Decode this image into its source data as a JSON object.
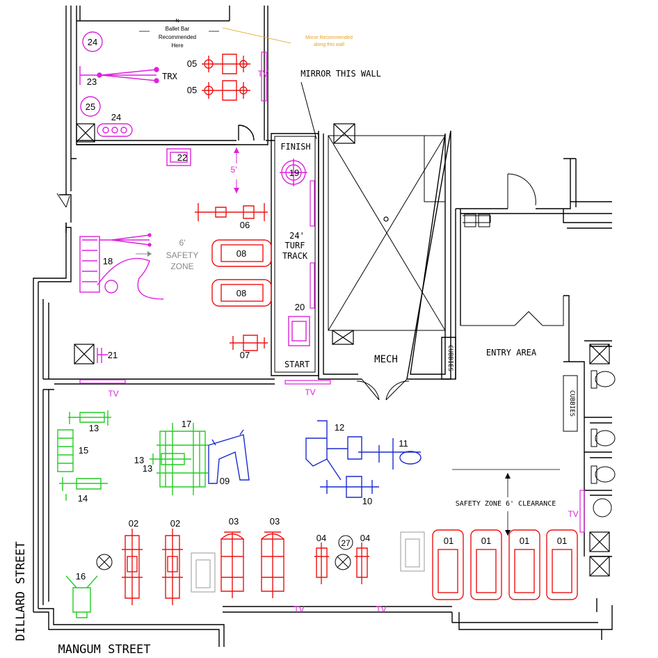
{
  "streets": {
    "dillard": "DILLARD STREET",
    "mangum": "MANGUM STREET"
  },
  "rooms": {
    "mech": "MECH",
    "entry": "ENTRY AREA",
    "cubbies_left": "CUBBIES",
    "cubbies_right": "CUBBIES"
  },
  "notes": {
    "mirror_wall": "MIRROR THIS WALL",
    "ballet_n": "N",
    "ballet_1": "Ballet Bar",
    "ballet_2": "Recommended",
    "ballet_3": "Here",
    "mirror_rec_1": "Mirror Recommended",
    "mirror_rec_2": "along this wall",
    "safety_6_1": "6'",
    "safety_6_2": "SAFETY",
    "safety_6_3": "ZONE",
    "clearance": "SAFETY ZONE 6' CLEARANCE",
    "dim_5": "5'",
    "trx": "TRX"
  },
  "track": {
    "finish": "FINISH",
    "start": "START",
    "len": "24'",
    "line1": "TURF",
    "line2": "TRACK"
  },
  "tv": {
    "t1": "TV",
    "t2": "TV",
    "t3": "TV",
    "t4": "TV",
    "t5": "TV",
    "t6": "TV"
  },
  "equipment": {
    "e01a": "01",
    "e01b": "01",
    "e01c": "01",
    "e01d": "01",
    "e02a": "02",
    "e02b": "02",
    "e03a": "03",
    "e03b": "03",
    "e04a": "04",
    "e04b": "04",
    "e05a": "05",
    "e05b": "05",
    "e06": "06",
    "e07": "07",
    "e08a": "08",
    "e08b": "08",
    "e09": "09",
    "e10": "10",
    "e11": "11",
    "e12": "12",
    "e13a": "13",
    "e13b": "13",
    "e13c": "13",
    "e14": "14",
    "e15": "15",
    "e16": "16",
    "e17": "17",
    "e18": "18",
    "e19": "19",
    "e20": "20",
    "e21": "21",
    "e22": "22",
    "e23": "23",
    "e24a": "24",
    "e24b": "24",
    "e25": "25",
    "e27": "27"
  },
  "colors": {
    "cardio": "#ee1111",
    "strength": "#1a2ad0",
    "free_weights": "#22cc22",
    "functional": "#dd22dd",
    "walls": "#000000",
    "note": "#e8a020",
    "fixture": "#999999"
  }
}
